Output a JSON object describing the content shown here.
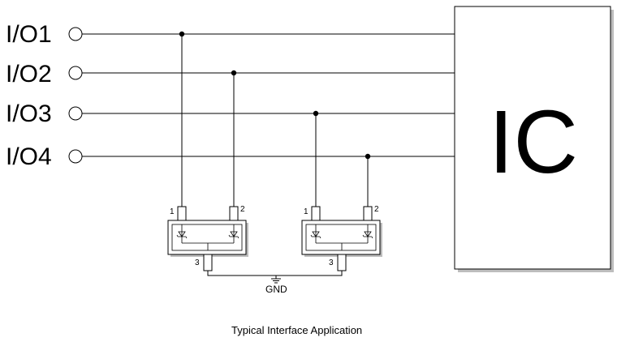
{
  "io_ports": [
    {
      "label": "I/O1"
    },
    {
      "label": "I/O2"
    },
    {
      "label": "I/O3"
    },
    {
      "label": "I/O4"
    }
  ],
  "ic": {
    "label": "IC"
  },
  "devices": [
    {
      "pins": [
        "1",
        "2",
        "3"
      ]
    },
    {
      "pins": [
        "1",
        "2",
        "3"
      ]
    }
  ],
  "ground": {
    "label": "GND"
  },
  "caption": "Typical Interface Application"
}
